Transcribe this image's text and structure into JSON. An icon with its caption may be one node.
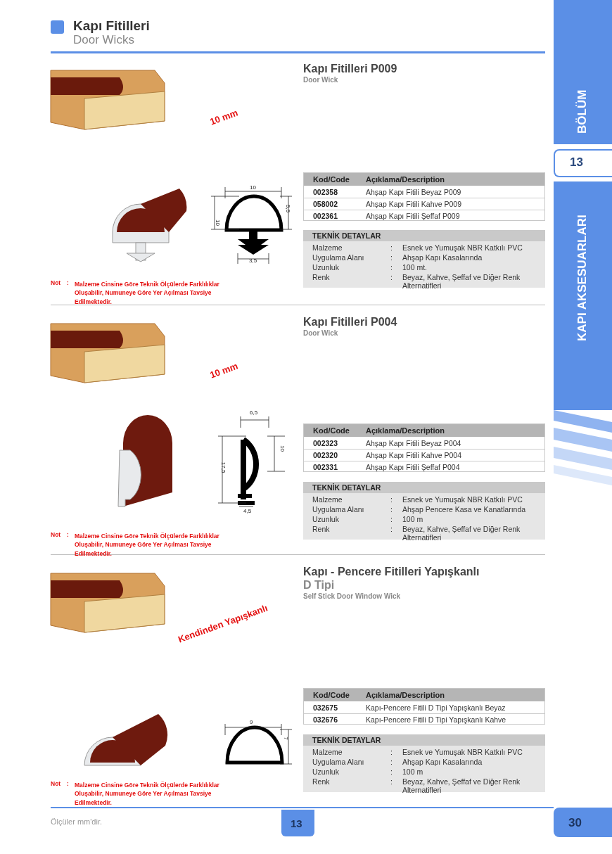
{
  "diagram": {
    "title": "Kapı Fitilleri",
    "labels": [
      "Door Wicks",
      "BÖLÜM",
      "13",
      "KAPI AKSESUARLARI",
      "Kapı Fitilleri P009",
      "Door Wick",
      "10 mm",
      "10",
      "5,5",
      "10",
      "3,5",
      "Kod/Code",
      "Açıklama/Description",
      "002358",
      "Ahşap Kapı Fitili Beyaz P009",
      "058002",
      "Ahşap Kapı Fitili Kahve P009",
      "002361",
      "Ahşap Kapı Fitili Şeffaf P009",
      "TEKNİK DETAYLAR",
      "Malzeme",
      ":",
      "Esnek ve Yumuşak NBR Katkılı PVC",
      "Uygulama Alanı",
      ":",
      "Ahşap Kapı Kasalarında",
      "Uzunluk",
      ":",
      "100 mt.",
      "Renk",
      ":",
      "Beyaz, Kahve, Şeffaf ve Diğer Renk Alternatifleri",
      "Not",
      ":",
      "Malzeme Cinsine Göre Teknik Ölçülerde Farklılıklar Oluşabilir, Numuneye Göre Yer Açılması Tavsiye Edilmektedir.",
      "Kapı Fitilleri P004",
      "Door Wick",
      "10 mm",
      "6,5",
      "10",
      "17,5",
      "4,5",
      "Kod/Code",
      "Açıklama/Description",
      "002323",
      "Ahşap Kapı Fitili Beyaz P004",
      "002320",
      "Ahşap Kapı Fitili Kahve P004",
      "002331",
      "Ahşap Kapı Fitili Şeffaf P004",
      "TEKNİK DETAYLAR",
      "Malzeme",
      ":",
      "Esnek ve Yumuşak NBR Katkılı PVC",
      "Uygulama Alanı",
      ":",
      "Ahşap Pencere Kasa ve Kanatlarında",
      "Uzunluk",
      ":",
      "100 m",
      "Renk",
      ":",
      "Beyaz, Kahve, Şeffaf ve Diğer Renk Alternatifleri",
      "Not",
      ":",
      "Malzeme Cinsine Göre Teknik Ölçülerde Farklılıklar Oluşabilir, Numuneye Göre Yer Açılması Tavsiye Edilmektedir.",
      "Kapı - Pencere Fitilleri Yapışkanlı",
      "D Tipi",
      "Self Stick Door Window Wick",
      "Kendinden Yapışkanlı",
      "9",
      "7",
      "Kod/Code",
      "Açıklama/Description",
      "032675",
      "Kapı-Pencere Fitili D Tipi Yapışkanlı Beyaz",
      "032676",
      "Kapı-Pencere Fitili D Tipi Yapışkanlı Kahve",
      "TEKNİK DETAYLAR",
      "Malzeme",
      ":",
      "Esnek ve Yumuşak NBR Katkılı PVC",
      "Uygulama Alanı",
      ":",
      "Ahşap Kapı Kasalarında",
      "Uzunluk",
      ":",
      "100 m",
      "Renk",
      ":",
      "Beyaz, Kahve, Şeffaf ve Diğer Renk Alternatifleri",
      "Not",
      ":",
      "Malzeme Cinsine Göre Teknik Ölçülerde Farklılıklar Oluşabilir, Numuneye Göre Yer Açılması Tavsiye Edilmektedir.",
      "Ölçüler mm'dir.",
      "13",
      "30"
    ]
  }
}
